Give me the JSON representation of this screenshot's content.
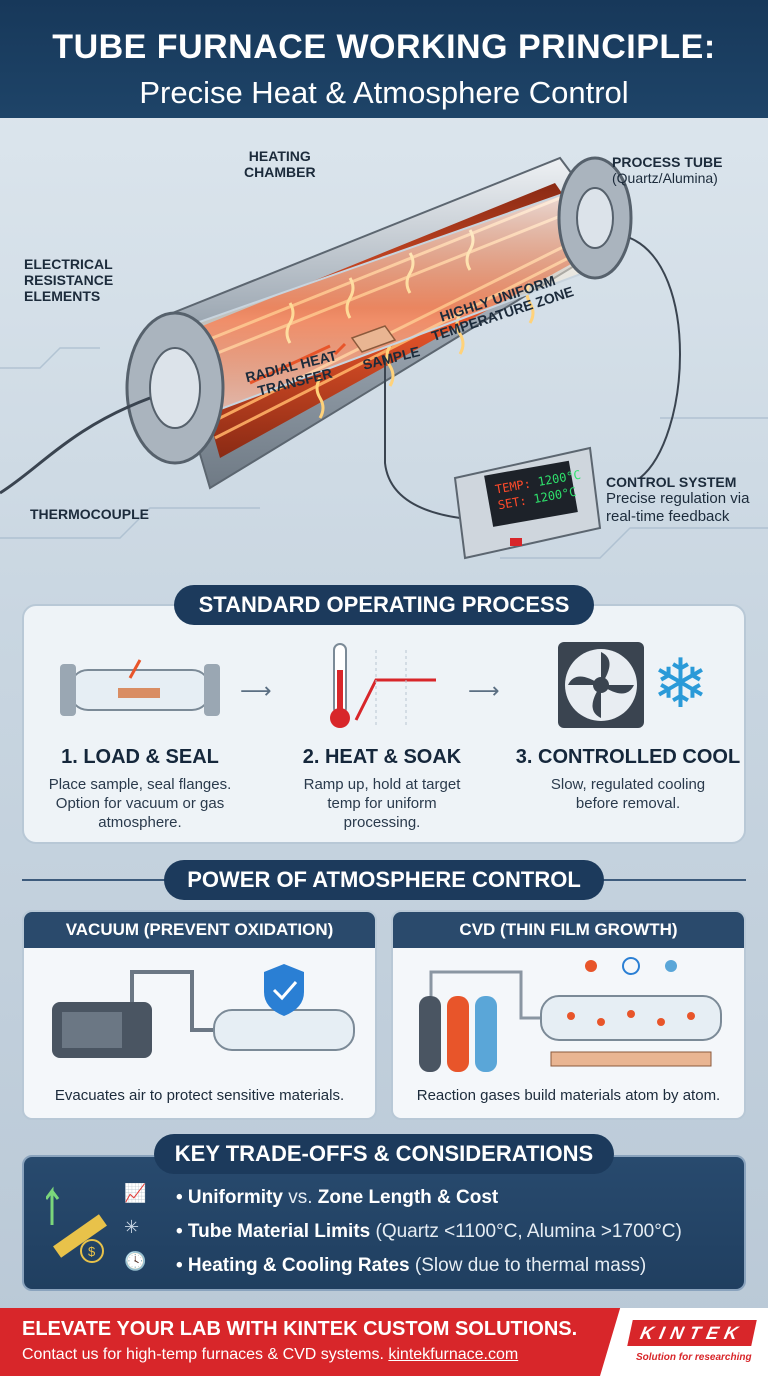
{
  "header": {
    "title": "TUBE FURNACE WORKING PRINCIPLE:",
    "subtitle": "Precise Heat & Atmosphere Control"
  },
  "diagram": {
    "heating_chamber": "HEATING\nCHAMBER",
    "process_tube": "PROCESS TUBE",
    "process_tube_sub": "(Quartz/Alumina)",
    "electrical_elements": "ELECTRICAL\nRESISTANCE\nELEMENTS",
    "radial_heat": "RADIAL HEAT\nTRANSFER",
    "sample": "SAMPLE",
    "uniform_zone": "HIGHLY UNIFORM\nTEMPERATURE ZONE",
    "thermocouple": "THERMOCOUPLE",
    "control_system": "CONTROL SYSTEM",
    "control_desc": "Precise regulation via\nreal-time feedback",
    "temp_label": "TEMP:",
    "temp_value": "1200°C",
    "set_label": "SET:",
    "set_value": "1200°C"
  },
  "process": {
    "title": "STANDARD OPERATING PROCESS",
    "steps": [
      {
        "title": "1. LOAD & SEAL",
        "desc": "Place sample, seal flanges.\nOption for vacuum or gas\natmosphere."
      },
      {
        "title": "2. HEAT & SOAK",
        "desc": "Ramp up, hold at target\ntemp for uniform\nprocessing."
      },
      {
        "title": "3. CONTROLLED COOL",
        "desc": "Slow, regulated cooling\nbefore removal."
      }
    ]
  },
  "atmosphere": {
    "title": "POWER OF ATMOSPHERE CONTROL",
    "vacuum_title": "VACUUM (PREVENT OXIDATION)",
    "vacuum_desc": "Evacuates air to protect sensitive materials.",
    "cvd_title": "CVD (THIN FILM GROWTH)",
    "cvd_desc": "Reaction gases build materials atom by atom."
  },
  "tradeoffs": {
    "title": "KEY TRADE-OFFS & CONSIDERATIONS",
    "items": [
      {
        "bold": "• Uniformity",
        "light": " vs. ",
        "bold2": "Zone Length & Cost"
      },
      {
        "bold": "• Tube Material Limits",
        "light": " (Quartz <1100°C, Alumina >1700°C)",
        "bold2": ""
      },
      {
        "bold": "• Heating & Cooling Rates",
        "light": " (Slow due to thermal mass)",
        "bold2": ""
      }
    ]
  },
  "footer": {
    "headline": "ELEVATE YOUR LAB WITH KINTEK CUSTOM SOLUTIONS.",
    "contact": "Contact us for high-temp furnaces & CVD systems. ",
    "link": "kintekfurnace.com",
    "logo": "KINTEK",
    "tagline": "Solution for researching"
  },
  "colors": {
    "navy": "#1c3a5c",
    "heat": "#e8552a",
    "brand_red": "#d8262a"
  },
  "icons": [
    "arrow-right-icon",
    "thermometer-icon",
    "fan-icon",
    "snowflake-icon",
    "shield-check-icon",
    "ruler-icon",
    "dollar-icon",
    "chart-icon",
    "crack-icon",
    "clock-icon"
  ]
}
